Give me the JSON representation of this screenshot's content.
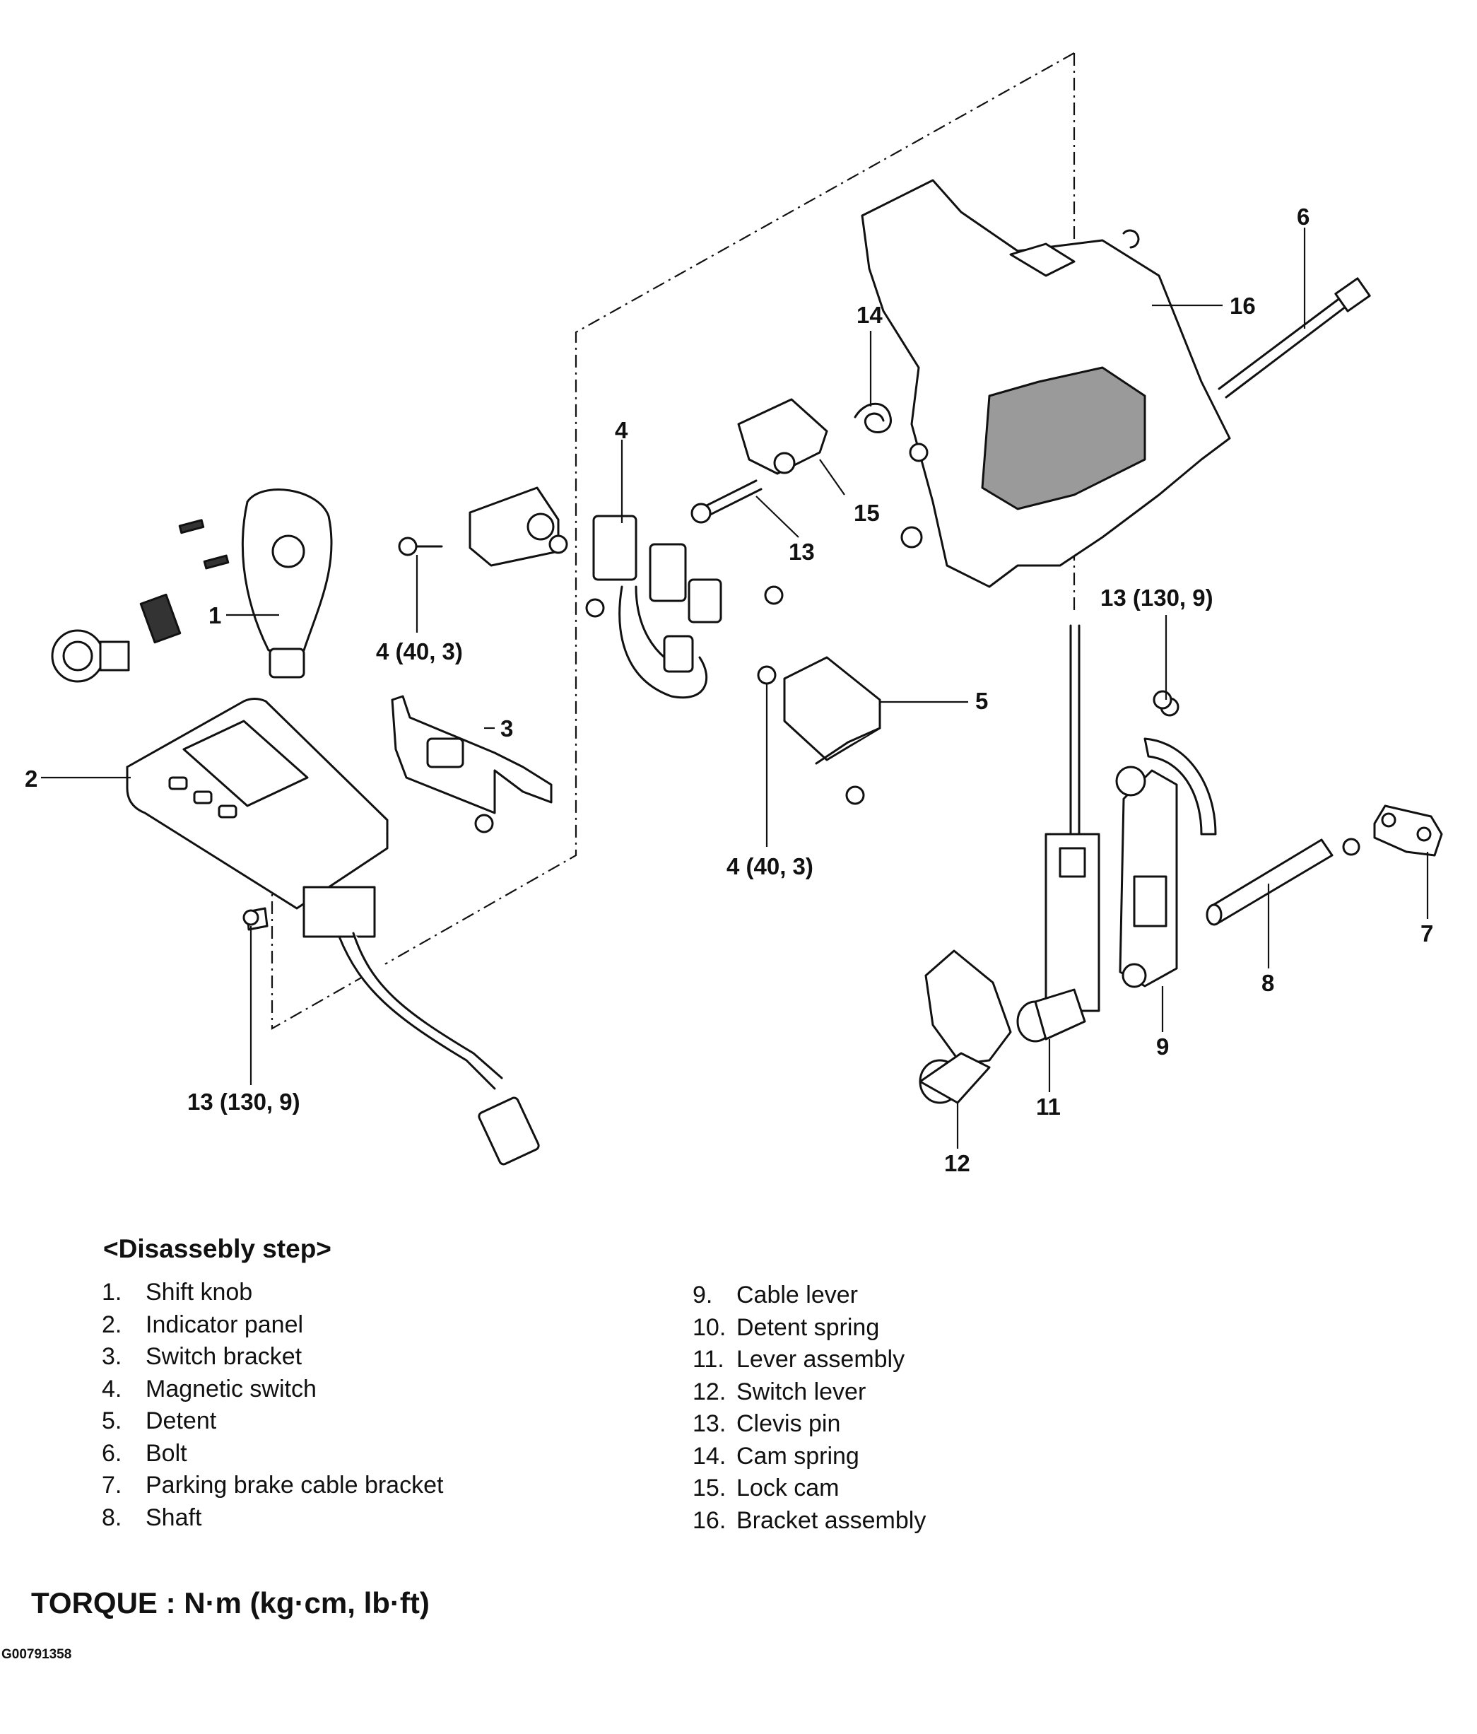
{
  "diagram": {
    "callouts": [
      {
        "id": "c1",
        "text": "1"
      },
      {
        "id": "c2",
        "text": "2"
      },
      {
        "id": "c3",
        "text": "3"
      },
      {
        "id": "c4a",
        "text": "4"
      },
      {
        "id": "c4b",
        "text": "4 (40, 3)"
      },
      {
        "id": "c4c",
        "text": "4 (40, 3)"
      },
      {
        "id": "c5",
        "text": "5"
      },
      {
        "id": "c6",
        "text": "6"
      },
      {
        "id": "c7",
        "text": "7"
      },
      {
        "id": "c8",
        "text": "8"
      },
      {
        "id": "c9",
        "text": "9"
      },
      {
        "id": "c11",
        "text": "11"
      },
      {
        "id": "c12",
        "text": "12"
      },
      {
        "id": "c13a",
        "text": "13"
      },
      {
        "id": "c13b",
        "text": "13 (130, 9)"
      },
      {
        "id": "c13c",
        "text": "13 (130, 9)"
      },
      {
        "id": "c14",
        "text": "14"
      },
      {
        "id": "c15",
        "text": "15"
      },
      {
        "id": "c16",
        "text": "16"
      }
    ]
  },
  "legend": {
    "heading": "<Disassebly step>",
    "left_items": [
      {
        "num": "1.",
        "label": "Shift knob"
      },
      {
        "num": "2.",
        "label": "Indicator panel"
      },
      {
        "num": "3.",
        "label": "Switch bracket"
      },
      {
        "num": "4.",
        "label": "Magnetic switch"
      },
      {
        "num": "5.",
        "label": "Detent"
      },
      {
        "num": "6.",
        "label": "Bolt"
      },
      {
        "num": "7.",
        "label": "Parking brake cable bracket"
      },
      {
        "num": "8.",
        "label": "Shaft"
      }
    ],
    "right_items": [
      {
        "num": "9.",
        "label": "Cable lever"
      },
      {
        "num": "10.",
        "label": "Detent spring"
      },
      {
        "num": "11.",
        "label": "Lever assembly"
      },
      {
        "num": "12.",
        "label": "Switch lever"
      },
      {
        "num": "13.",
        "label": "Clevis pin"
      },
      {
        "num": "14.",
        "label": "Cam spring"
      },
      {
        "num": "15.",
        "label": "Lock cam"
      },
      {
        "num": "16.",
        "label": "Bracket assembly"
      }
    ]
  },
  "torque_note": "TORQUE : N·m (kg·cm, lb·ft)",
  "figure_code": "G00791358"
}
